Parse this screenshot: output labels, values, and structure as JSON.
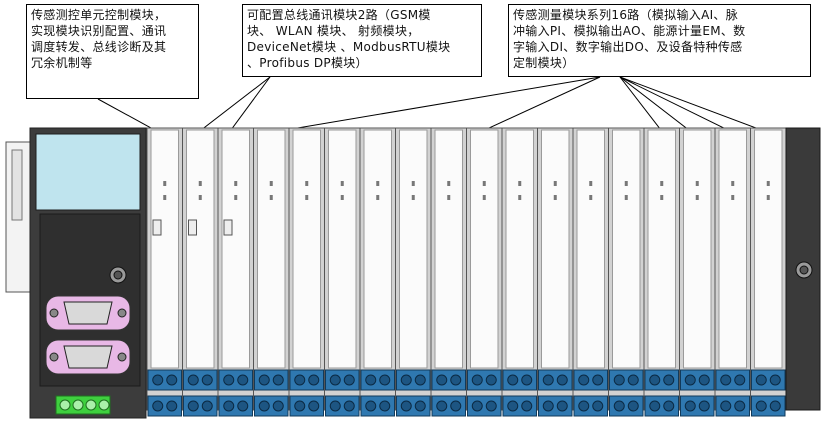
{
  "callouts": {
    "control_unit": "传感测控单元控制模块，\n实现模块识别配置、通讯\n调度转发、总线诊断及其\n冗余机制等",
    "comm_modules": "可配置总线通讯模块2路（GSM模\n块、 WLAN 模块、 射频模块，\nDeviceNet模块 、ModbusRTU模块\n、Profibus DP模块）",
    "sensor_modules": "传感测量模块系列16路（模拟输入AI、脉\n冲输入PI、模拟输出AO、能源计量EM、数\n字输入DI、数字输出DO、及设备特种传感\n定制模块）"
  },
  "device": {
    "slot_count": 18,
    "comm_slot_count": 2,
    "sensor_slot_count": 16,
    "display_color": "#bfe4ee",
    "connector_color": "#e8b8e6",
    "terminal_color": "#2f78b0",
    "power_terminal_color": "#3fd03f",
    "body_color": "#3c3c3c"
  }
}
